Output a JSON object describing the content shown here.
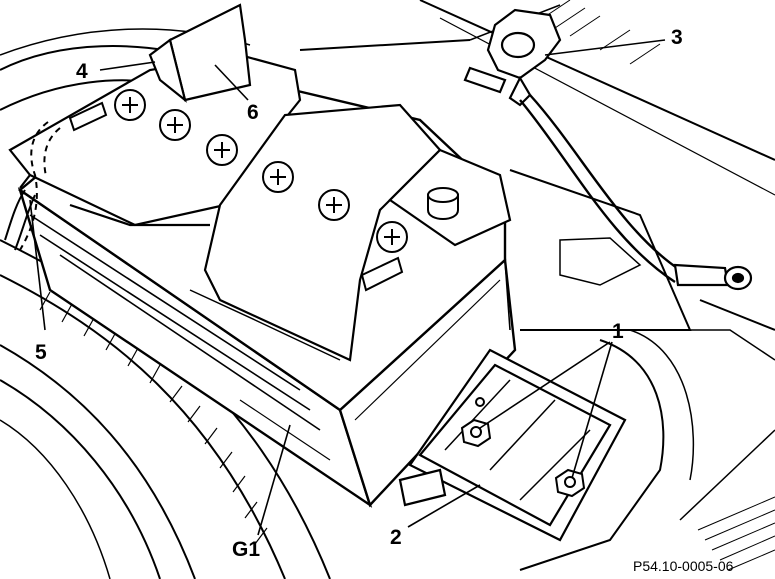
{
  "diagram": {
    "callouts": {
      "c1": "1",
      "c2": "2",
      "c3": "3",
      "c4": "4",
      "c5": "5",
      "c6": "6",
      "g1": "G1"
    },
    "reference_code": "P54.10-0005-06"
  }
}
